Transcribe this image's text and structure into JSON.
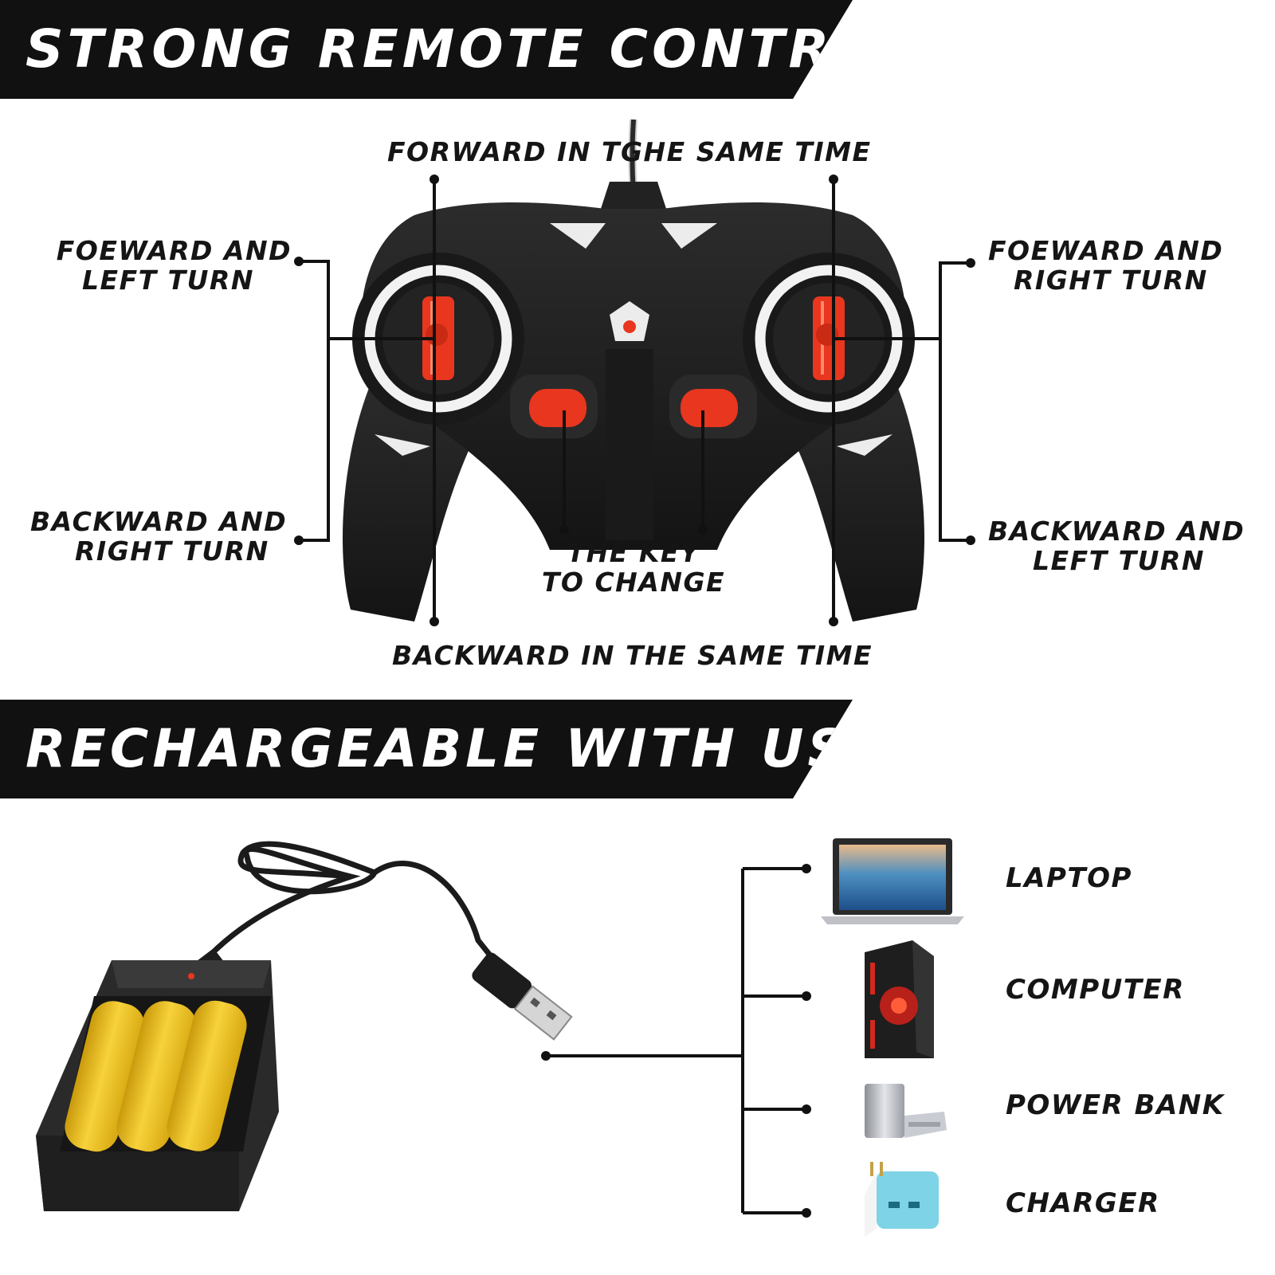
{
  "sections": {
    "remote": {
      "title": "STRONG REMOTE CONTROL"
    },
    "usb": {
      "title": "RECHARGEABLE WITH USB"
    }
  },
  "remote_labels": {
    "forward_same_time": "FORWARD IN TGHE SAME TIME",
    "forward_left_1": "FOEWARD AND",
    "forward_left_2": "LEFT TURN",
    "forward_right_1": "FOEWARD AND",
    "forward_right_2": "RIGHT TURN",
    "backward_right_1": "BACKWARD AND",
    "backward_right_2": "RIGHT TURN",
    "backward_left_1": "BACKWARD AND",
    "backward_left_2": "LEFT TURN",
    "key_change_1": "THE KEY",
    "key_change_2": "TO CHANGE",
    "backward_same_time": "BACKWARD IN THE SAME TIME"
  },
  "charge_devices": [
    "LAPTOP",
    "COMPUTER",
    "POWER BANK",
    "CHARGER"
  ],
  "colors": {
    "banner": "#111111",
    "controller_body": "#1e1e1e",
    "accent_red": "#e8361f",
    "battery_yellow": "#f2c318",
    "charger_tray": "#262626"
  }
}
